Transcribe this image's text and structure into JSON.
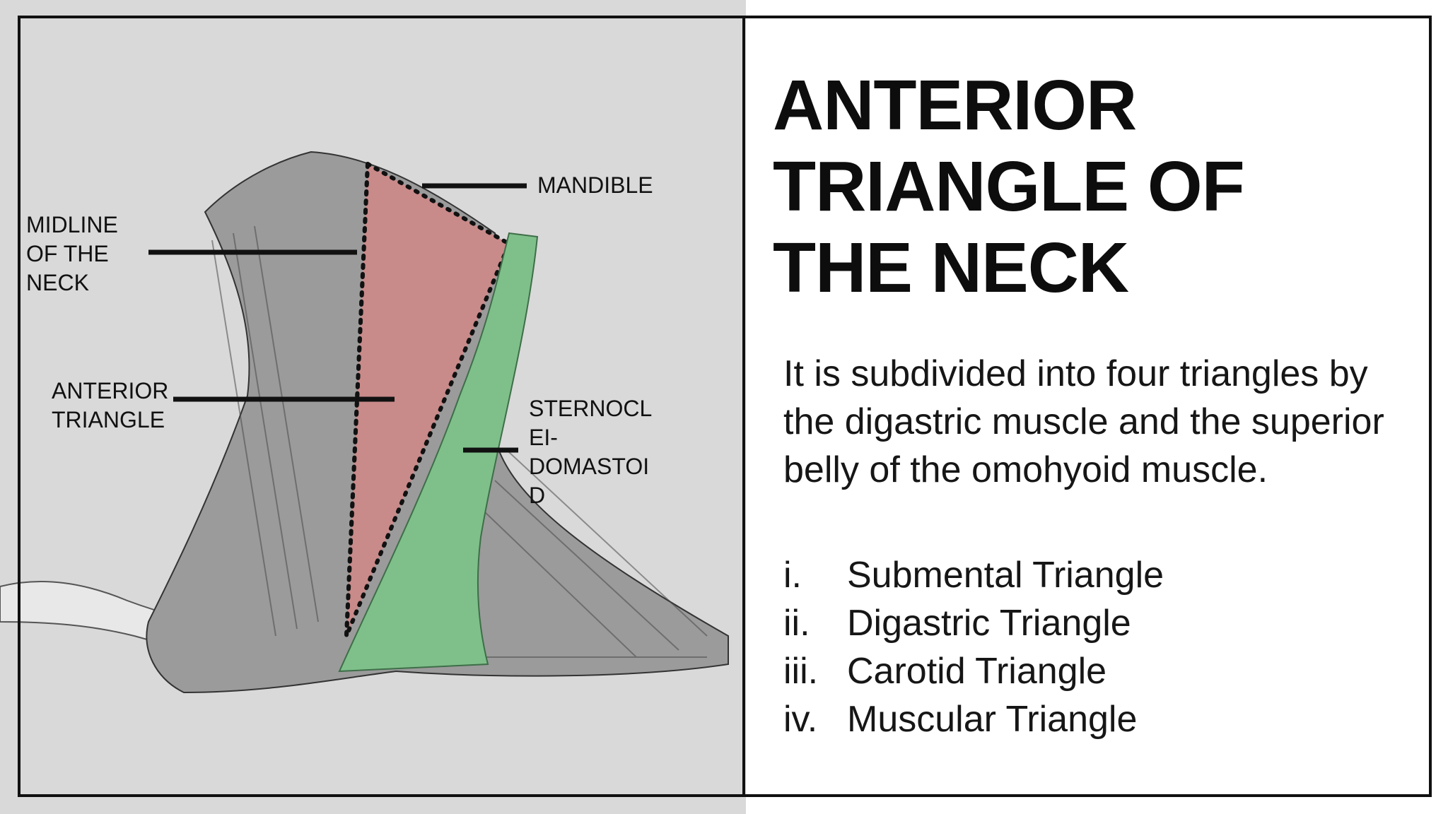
{
  "labels": {
    "mandible": "MANDIBLE",
    "midline": "MIDLINE\nOF THE\nNECK",
    "anterior_triangle": "ANTERIOR\nTRIANGLE",
    "sternocleidomastoid": "STERNOCL\nEI-\nDOMASTOI\nD"
  },
  "title": "ANTERIOR TRIANGLE OF THE NECK",
  "description": "It is subdivided into four triangles by the digastric muscle and the superior belly of the omohyoid muscle.",
  "list": [
    {
      "num": "i.",
      "text": "Submental Triangle"
    },
    {
      "num": "ii.",
      "text": "Digastric Triangle"
    },
    {
      "num": "iii.",
      "text": "Carotid Triangle"
    },
    {
      "num": "iv.",
      "text": "Muscular Triangle"
    }
  ],
  "colors": {
    "panel": "#d9d9d9",
    "anterior_triangle_region": "#c98a8a",
    "sternocleidomastoid_region": "#7fc08a",
    "outline": "#111111"
  },
  "icons": {
    "figure": "neck-anatomy-illustration"
  }
}
